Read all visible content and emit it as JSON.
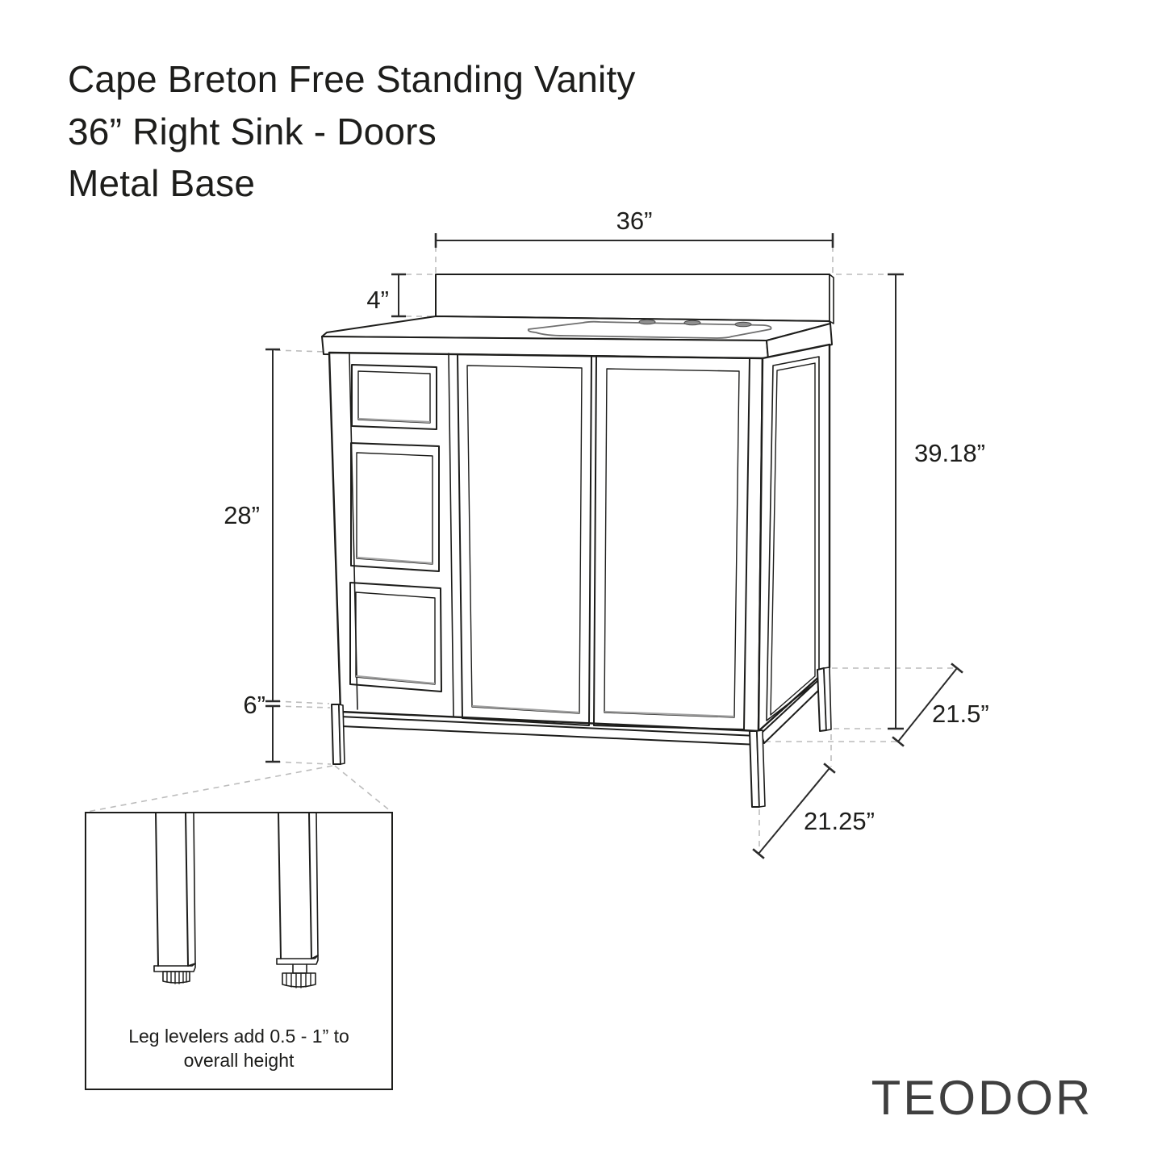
{
  "title": {
    "line1": "Cape Breton Free Standing Vanity",
    "line2": "36” Right Sink - Doors",
    "line3": "Metal Base"
  },
  "dims": {
    "width_top": "36”",
    "backsplash_height": "4”",
    "overall_height": "39.18”",
    "cabinet_height": "28”",
    "leg_height": "6”",
    "depth_cabinet": "21.5”",
    "depth_base": "21.25”"
  },
  "inset_note": {
    "line1": "Leg levelers add 0.5 - 1” to",
    "line2": "overall height"
  },
  "brand": "TEODOR",
  "colors": {
    "line": "#1d1d1b",
    "dashed_leader": "#bcbcbc",
    "background": "#ffffff",
    "brand_text": "#3f3f3f"
  }
}
